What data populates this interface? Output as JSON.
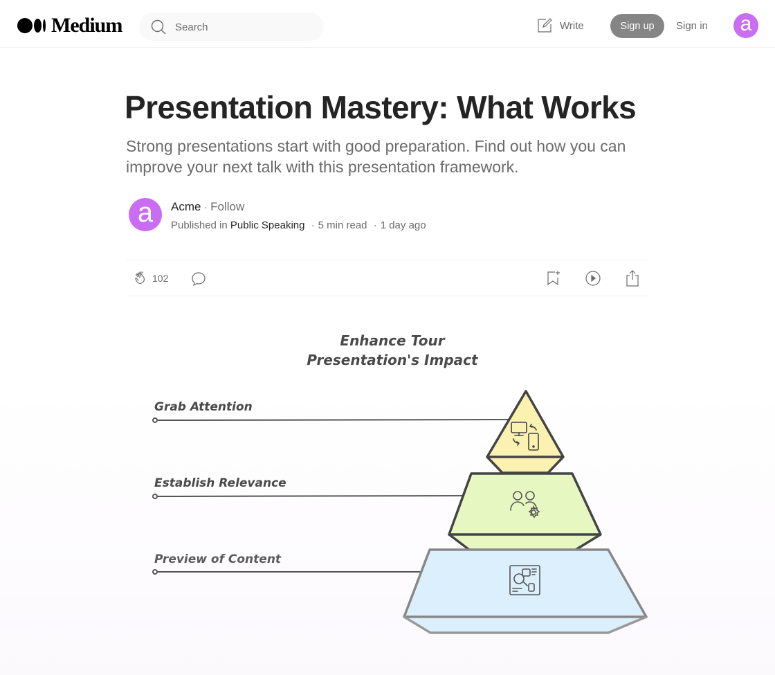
{
  "header": {
    "logo_text": "Medium",
    "search_placeholder": "Search",
    "write_label": "Write",
    "signup_label": "Sign up",
    "signin_label": "Sign in",
    "avatar_letter": "a"
  },
  "article": {
    "title": "Presentation Mastery: What Works",
    "subtitle": "Strong presentations start with good preparation. Find out how you can improve your next talk with this presentation framework.",
    "author": {
      "avatar_letter": "a",
      "name": "Acme",
      "separator": "·",
      "follow_label": "Follow",
      "published_prefix": "Published in",
      "publication": "Public Speaking",
      "read_time": "5 min read",
      "posted": "1 day ago",
      "dot": "·"
    },
    "actions": {
      "clap_count": "102"
    }
  },
  "figure": {
    "title_line1": "Enhance Tour",
    "title_line2": "Presentation's Impact",
    "levels": [
      {
        "label": "Grab Attention",
        "icon": "devices-sync-icon",
        "fill": "#fbf0a8"
      },
      {
        "label": "Establish Relevance",
        "icon": "people-settings-icon",
        "fill": "#e6f7c2"
      },
      {
        "label": "Preview of Content",
        "icon": "content-overview-icon",
        "fill": "#dbeffc"
      }
    ]
  },
  "colors": {
    "accent_avatar": "#c96df3",
    "signup_bg": "#858585",
    "text_primary": "#242424",
    "text_secondary": "#6b6b6b"
  }
}
